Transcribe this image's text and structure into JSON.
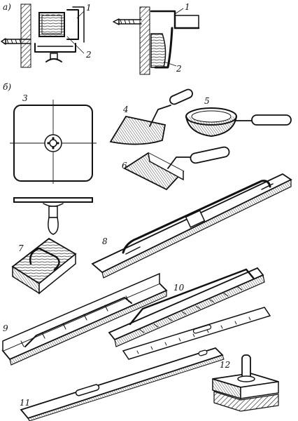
{
  "panels": [
    {
      "key": "a",
      "label": "а)"
    },
    {
      "key": "b",
      "label": "б)"
    }
  ],
  "items": [
    {
      "label": "1"
    },
    {
      "label": "2"
    },
    {
      "label": "1"
    },
    {
      "label": "2"
    },
    {
      "label": "3"
    },
    {
      "label": "4"
    },
    {
      "label": "5"
    },
    {
      "label": "6"
    },
    {
      "label": "7"
    },
    {
      "label": "8"
    },
    {
      "label": "9"
    },
    {
      "label": "10"
    },
    {
      "label": "11"
    },
    {
      "label": "12"
    }
  ]
}
